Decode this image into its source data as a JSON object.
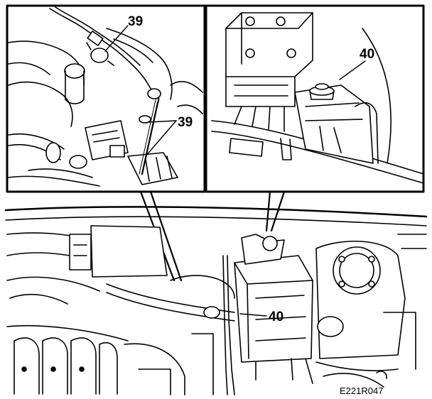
{
  "diagram": {
    "callouts": {
      "inset_left": "39",
      "inset_left_second": "39",
      "inset_right": "40",
      "main_view": "40"
    },
    "reference_code": "E221R047"
  },
  "colors": {
    "ink": "#000000",
    "paper": "#ffffff"
  }
}
